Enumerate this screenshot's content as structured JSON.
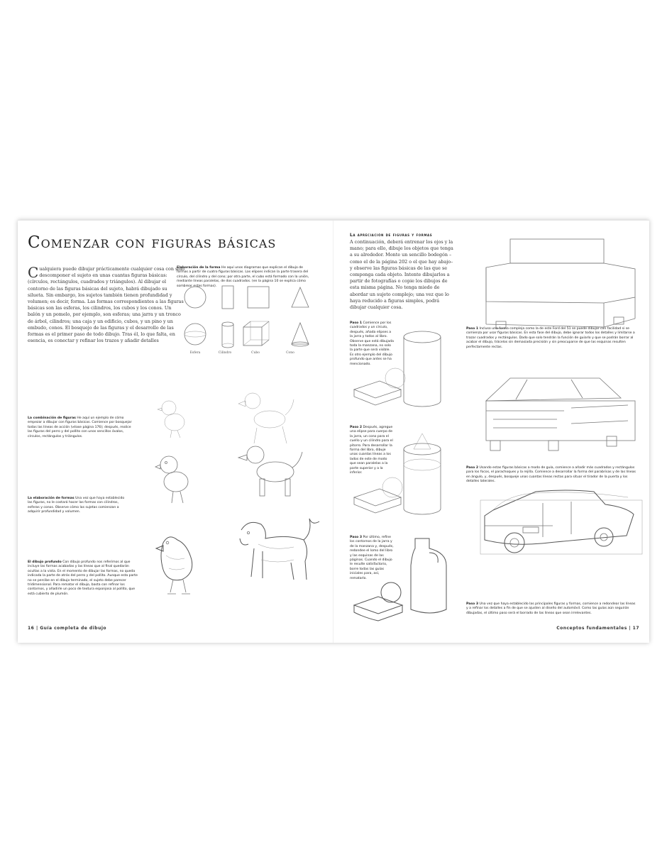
{
  "left_page": {
    "title": "Comenzar con figuras básicas",
    "intro_drop": "C",
    "intro_text": "ualquiera puede dibujar prácticamente cualquier cosa con solo descomponer el sujeto en unas cuantas figuras básicas: (círculos, rectángulos, cuadrados y triángulos). Al dibujar el contorno de las figuras básicas del sujeto, habrá dibujado su silueta. Sin embargo, los sujetos también tienen profundidad y volumen; es decir, forma. Las formas correspondientes a las figuras básicas son las esferas, los cilindros, los cubos y los conos. Un balón y un pomelo, por ejemplo, son esferas; una jarra y un tronco de árbol, cilindros; una caja y un edificio, cubos, y un pino y un embudo, conos. El bosquejo de las figuras y el desarrollo de las formas es el primer paso de todo dibujo. Tras él, lo que falta, en esencia, es conectar y refinar los trazos y añadir detalles",
    "forms_caption_title": "Elaboración de la forma",
    "forms_caption_text": "He aquí unos diagramas que explican el dibujo de formas a partir de cuatro figuras básicas. Las elipses indican la parte trasera del círculo, del cilindro y del cono; por otra parte, el cubo está formado con la unión, mediante líneas paralelas, de dos cuadrados. (en la página 10 se explica cómo sombrear estas formas).",
    "shape_labels": [
      "Esfera",
      "Cilindro",
      "Cubo",
      "Cono"
    ],
    "captions": [
      {
        "title": "La combinación de figuras",
        "text": "He aquí un ejemplo de cómo empezar a dibujar con figuras básicas. Comience por bosquejar todas las líneas de acción (véase página 176); después, realice las figuras del perro y del pollito con unos sencillos óvalos, círculos, rectángulos y triángulos."
      },
      {
        "title": "La elaboración de formas",
        "text": "Una vez que haya establecido las figuras, no le costará hacer las formas con cilindros, esferas y conos. Observe cómo las sujetas comienzan a adquirir profundidad y volumen."
      },
      {
        "title": "El dibujo profundo",
        "text": "Con dibujo profundo nos referimos al que incluye las formas acabadas y las líneas que al final quedarán ocultas a la vista. En el momento de dibujar las formas, no queda indicada la parte de atrás del perro y del pollito. Aunque esta parte no se percibe en el dibujo terminado, el sujeto debe parecer tridimensional. Para rematar el dibujo, basta con refinar los contornos, y añadirle un poco de textura esponjosa al pollito, que está cubierto de plumón."
      }
    ],
    "footer": "16 | Guía completa de dibujo"
  },
  "right_page": {
    "section_heading": "La apreciación de figuras y formas",
    "section_text": "A continuación, deberá entrenar los ojos y la mano; para ello, dibuje los objetos que tenga a su alrededor. Monte un sencillo bodegón –como el de la página 202 o el que hay abajo– y observe las figuras básicas de las que se componga cada objeto. Intente dibujarlos a partir de fotografías o copie los dibujos de esta misma página. No tenga miedo de abordar un sujeto complejo; una vez que lo haya reducido a figuras simples, podrá dibujar cualquier cosa.",
    "still_life_steps": [
      {
        "title": "Paso 1",
        "text": "Comience por los cuadrados y un círculo, después, añada elipses a la jarra y todos al libro. Observe que está dibujada toda la manzana, no solo la parte que será visible. Es otro ejemplo del dibujo profundo que antes se ha mencionado."
      },
      {
        "title": "Paso 2",
        "text": "Después, agregue una elipse para cuerpo de la jarra, un cono para el cuello y un cilindro para el pitorro. Para desarrollar la forma del libro, dibuje unas cuantas líneas a los lados de este de modo que sean paralelas a la parte superior y a la inferior."
      },
      {
        "title": "Paso 3",
        "text": "Por último, refine los contornos de la jarra y de la manzana y, después, redondee el lomo del libro y las esquinas de las páginas. Cuando el dibujo le resulte satisfactorio, borre todas las guías iniciales para, así, rematarlo."
      }
    ],
    "car_steps": [
      {
        "title": "Paso 1",
        "text": "Incluso una forma compleja como la de este Ford del 51 se puede dibujar con facilidad si se comienza por usar figuras básicas. En esta fase del dibujo, debe ignorar todos los detalles y limitarse a trazar cuadrados y rectángulos. Dado que solo tendrán la función de guiarlo y que se podrán borrar al acabar el dibujo, trácelos sin demasiada precisión y sin preocuparse de que las esquinas resulten perfectamente rectas."
      },
      {
        "title": "Paso 2",
        "text": "Usando estas figuras básicas a modo de guía, comience a añadir más cuadrados y rectángulos para los focos, el parachoques y la rejilla. Comience a desarrollar la forma del parabrisas y de las líneas en ángulo, y, después, bosqueje unas cuantas líneas rectas para situar el tirador de la puerta y los detalles laterales."
      },
      {
        "title": "Paso 3",
        "text": "Una vez que haya establecido las principales figuras y formas, comience a redondear las líneas y a refinar los detalles a fin de que se ajusten al diseño del automóvil. Como las guías aún seguirán dibujadas, el último paso será el borrado de las líneas que sean irrelevantes."
      }
    ],
    "footer": "Conceptos fundamentales | 17"
  }
}
